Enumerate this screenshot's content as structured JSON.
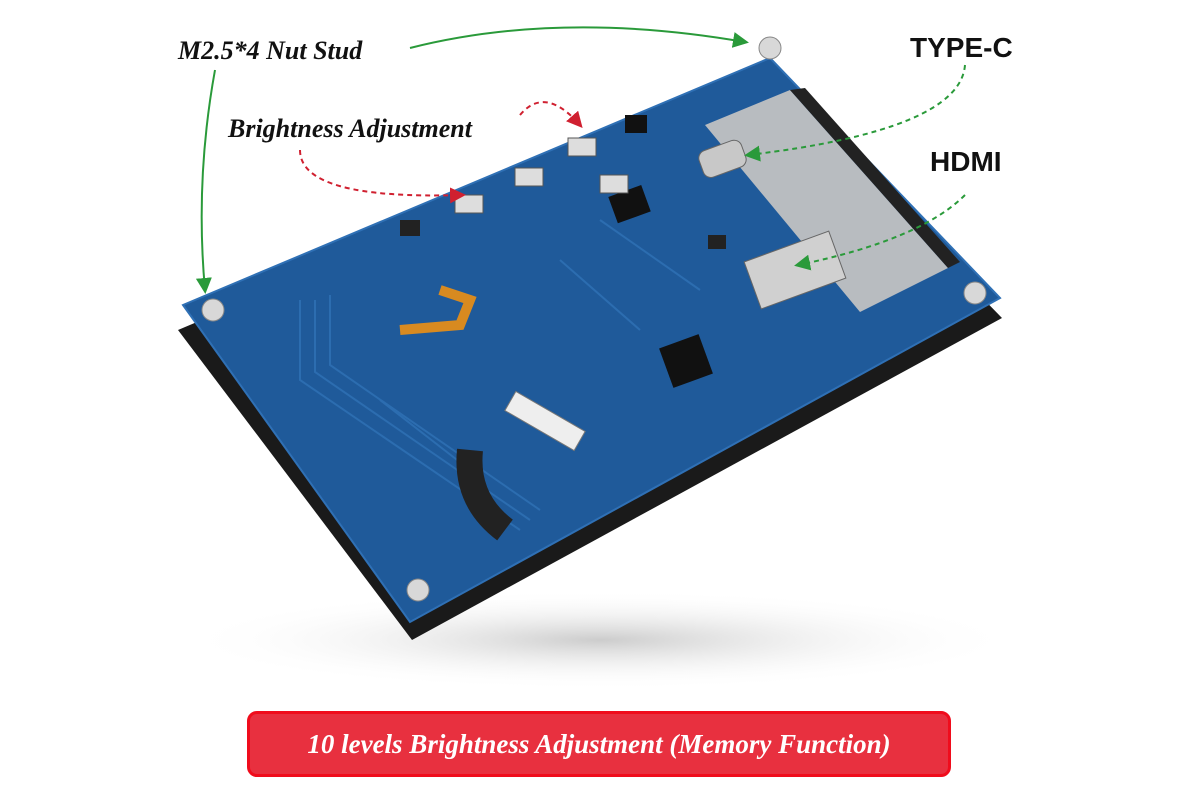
{
  "annotations": {
    "nut_stud": "M2.5*4 Nut Stud",
    "brightness": "Brightness Adjustment",
    "type_c": "TYPE-C",
    "hdmi": "HDMI"
  },
  "banner": "10 levels Brightness Adjustment (Memory Function)",
  "colors": {
    "board": "#1f5a9a",
    "banner": "#e8303f",
    "arrow_green": "#2a9a3a",
    "arrow_red": "#d02030"
  }
}
